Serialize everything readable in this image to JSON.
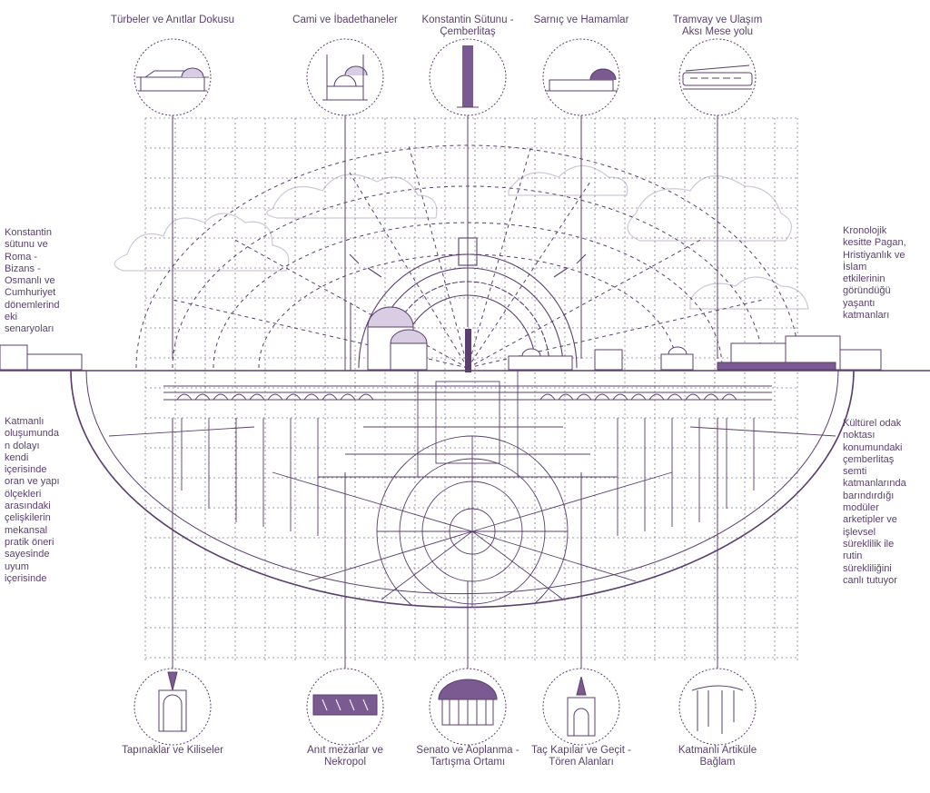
{
  "top_labels": [
    {
      "text": "Türbeler ve Anıtlar Dokusu"
    },
    {
      "text": "Cami ve İbadethaneler"
    },
    {
      "text": "Konstantin Sütunu -\nÇemberlitaş"
    },
    {
      "text": "Sarnıç ve Hamamlar"
    },
    {
      "text": "Tramvay ve Ulaşım\nAksı  Mese yolu"
    }
  ],
  "bottom_labels": [
    {
      "text": "Tapınaklar ve Kiliseler"
    },
    {
      "text": "Anıt mezarlar ve\nNekropol"
    },
    {
      "text": "Senato ve Aoplanma -\nTartışma Ortamı"
    },
    {
      "text": "Taç Kapılar ve Geçit -\nTören Alanları"
    },
    {
      "text": "Katmanlı Artiküle\nBağlam"
    }
  ],
  "left_notes": [
    {
      "text": "Konstantin\nsütunu ve\nRoma -\nBizans -\nOsmanlı ve\nCumhuriyet\ndönemlerind\neki\nsenaryoları"
    },
    {
      "text": "Katmanlı\noluşumunda\nn dolayı\nkendi\niçerisinde\noran ve yapı\nölçekleri\narasındaki\nçelişkilerin\nmekansal\npratik öneri\nsayesinde\nuyum\niçerisinde"
    }
  ],
  "right_notes": [
    {
      "text": "Kronolojik\nkesitte Pagan,\nHristiyanlık ve\nİslam\netkilerinin\ngöründüğü\nyaşantı\nkatmanları"
    },
    {
      "text": "Kültürel odak\nnoktası\nkonumundaki\nçemberlitaş\nsemti\nkatmanlarında\nbarındırdığı\nmodüler\narketipler ve\nişlevsel\nsüreklilik ile\nrutin\nsürekliliğini\ncanlı tutuyor"
    }
  ],
  "colors": {
    "ink": "#5a3f6e",
    "accent": "#7b5a91",
    "fill_light": "#d9cde3",
    "cloud": "#cfc8d6",
    "grid": "#8a7a96"
  }
}
